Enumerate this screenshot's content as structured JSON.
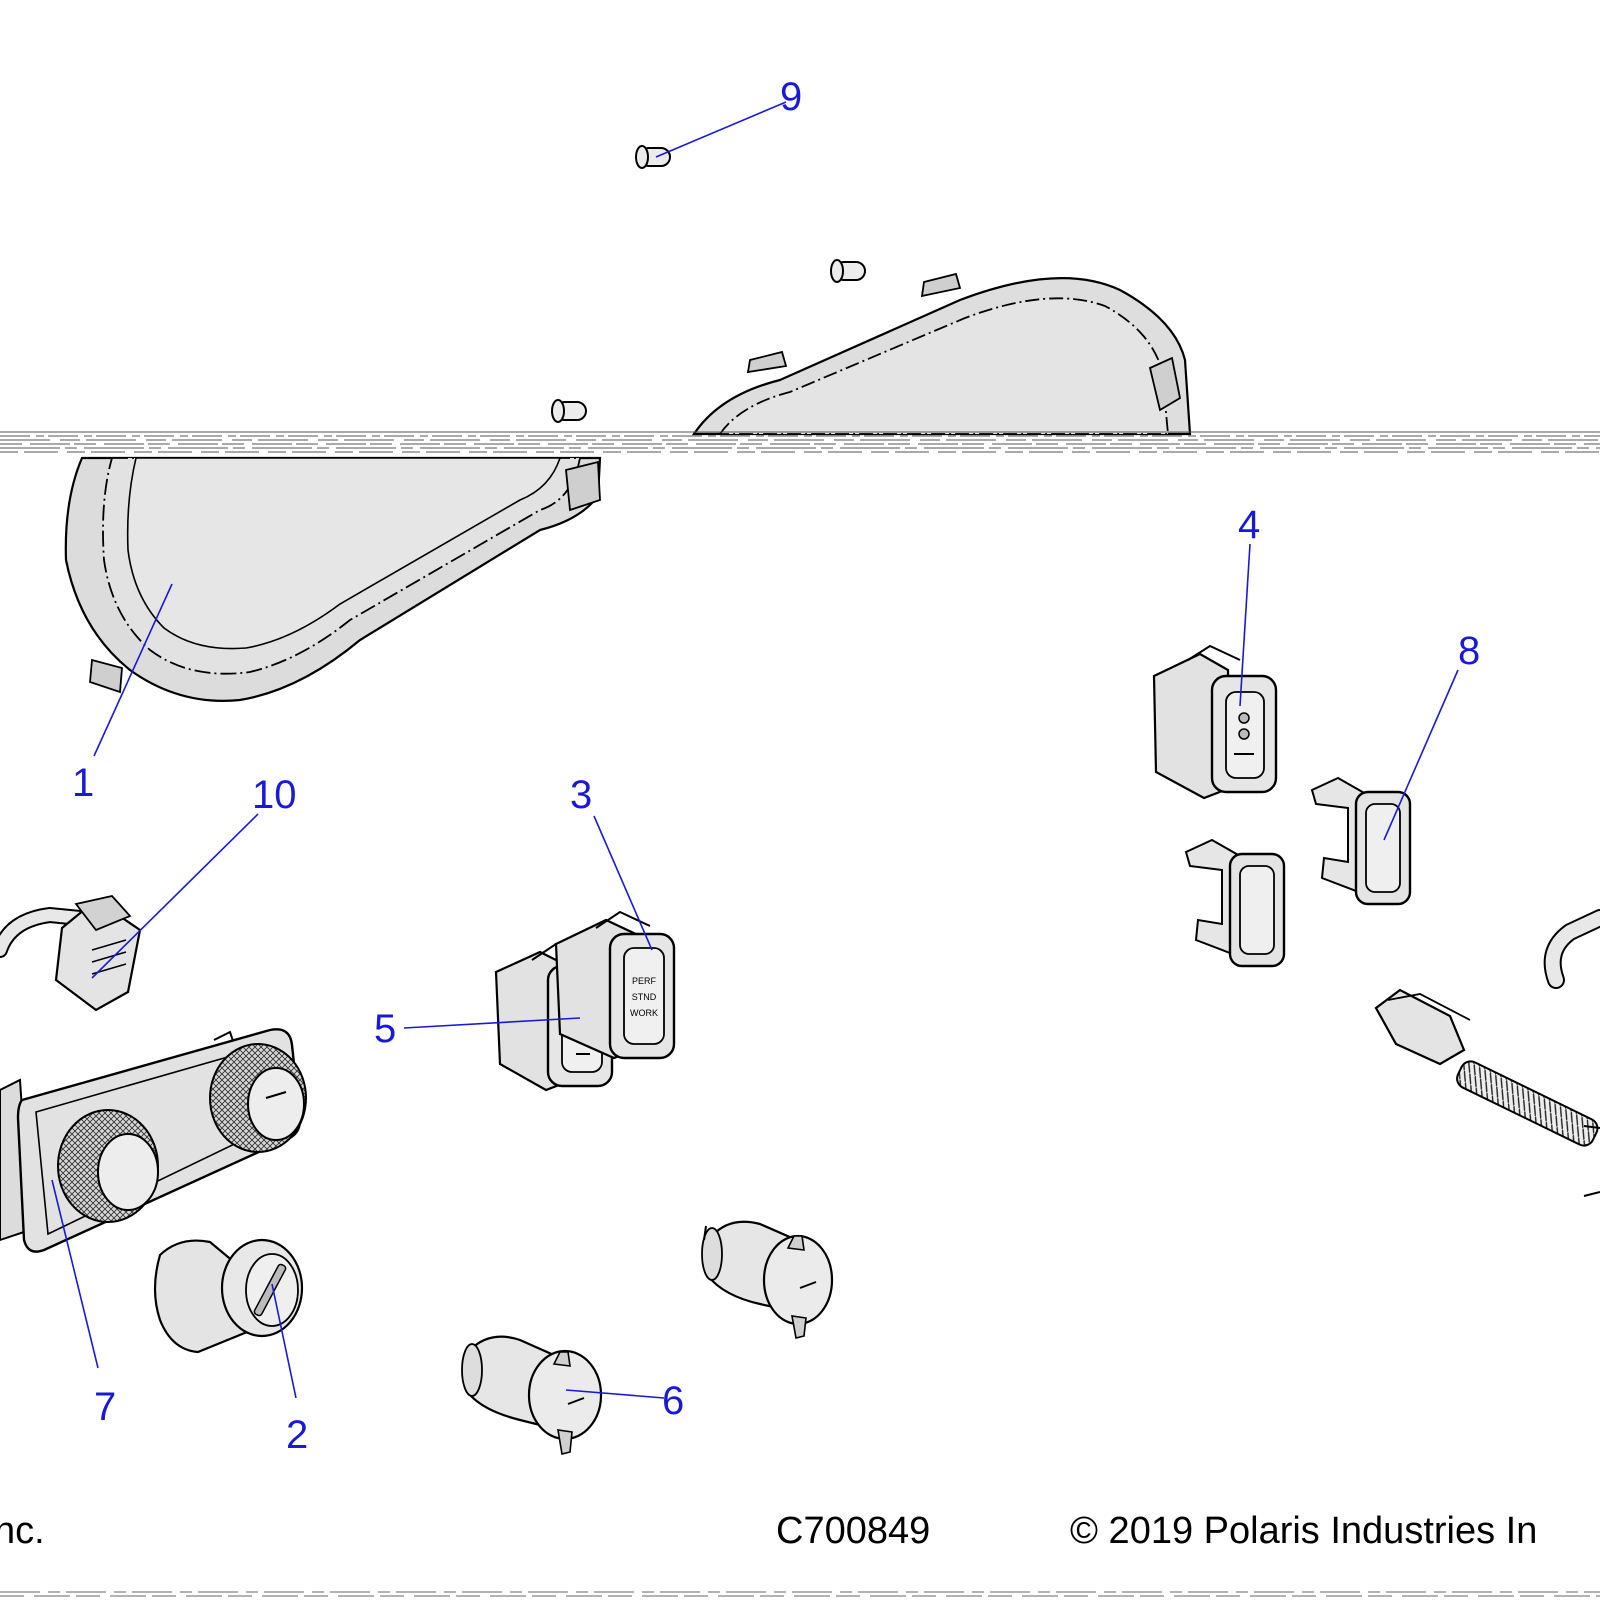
{
  "diagram": {
    "drawing_number": "C700849",
    "copyright": "© 2019 Polaris Industries In",
    "left_fragment": "nc.",
    "callout_color": "#1a1ad6",
    "line_color": "#000000",
    "part_fill": "#e6e6e6",
    "switch_labels": {
      "perf": "PERF",
      "stnd": "STND",
      "work": "WORK"
    },
    "callouts": [
      {
        "id": "1",
        "label": "1"
      },
      {
        "id": "2",
        "label": "2"
      },
      {
        "id": "3",
        "label": "3"
      },
      {
        "id": "4",
        "label": "4"
      },
      {
        "id": "5",
        "label": "5"
      },
      {
        "id": "6",
        "label": "6"
      },
      {
        "id": "7",
        "label": "7"
      },
      {
        "id": "8",
        "label": "8"
      },
      {
        "id": "9",
        "label": "9"
      },
      {
        "id": "10",
        "label": "10"
      }
    ]
  }
}
